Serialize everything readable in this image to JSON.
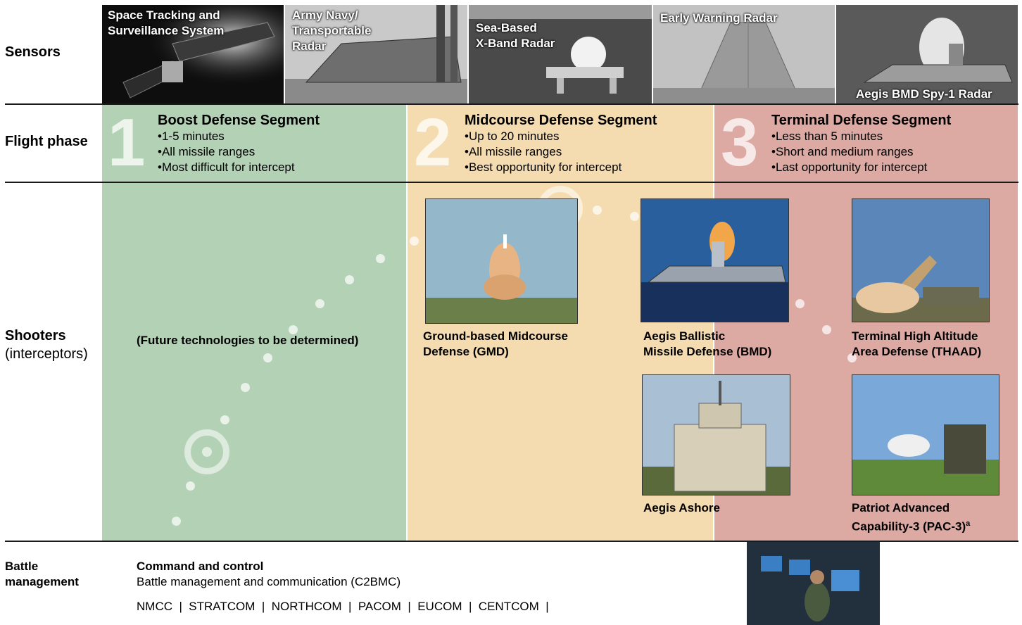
{
  "rows": {
    "sensors": "Sensors",
    "flight_phase": "Flight phase",
    "shooters_title": "Shooters",
    "shooters_sub": "(interceptors)",
    "battle_line1": "Battle",
    "battle_line2": "management"
  },
  "sensors": [
    {
      "caption": "Space Tracking and\nSurveillance System"
    },
    {
      "caption": "Army Navy/\nTransportable\nRadar"
    },
    {
      "caption": "Sea-Based\nX-Band Radar"
    },
    {
      "caption": "Early Warning Radar"
    },
    {
      "caption": "Aegis BMD Spy-1 Radar"
    }
  ],
  "segments": [
    {
      "number": "1",
      "title": "Boost Defense Segment",
      "items": [
        "1-5 minutes",
        "All missile ranges",
        "Most difficult for intercept"
      ]
    },
    {
      "number": "2",
      "title": "Midcourse Defense Segment",
      "items": [
        "Up to 20 minutes",
        "All missile ranges",
        "Best opportunity for intercept"
      ]
    },
    {
      "number": "3",
      "title": "Terminal Defense Segment",
      "items": [
        "Less than 5 minutes",
        "Short and medium ranges",
        "Last opportunity for intercept"
      ]
    }
  ],
  "shooters": {
    "future": "(Future technologies to be determined)",
    "gmd": "Ground-based Midcourse\nDefense (GMD)",
    "aegis_bmd": "Aegis Ballistic\nMissile Defense (BMD)",
    "thaad": "Terminal High Altitude\nArea Defense (THAAD)",
    "ashore": "Aegis Ashore",
    "pac3_line1": "Patriot Advanced",
    "pac3_line2": "Capability-3 (PAC-3)",
    "pac3_sup": "a"
  },
  "battle": {
    "heading": "Command and control",
    "subheading": "Battle management and communication (C2BMC)",
    "commands": "NMCC  |  STRATCOM  |  NORTHCOM  |  PACOM  |  EUCOM  |  CENTCOM  |"
  },
  "colors": {
    "boost": "#b3d2b5",
    "midcourse": "#f4dcb0",
    "terminal": "#dda9a3"
  }
}
